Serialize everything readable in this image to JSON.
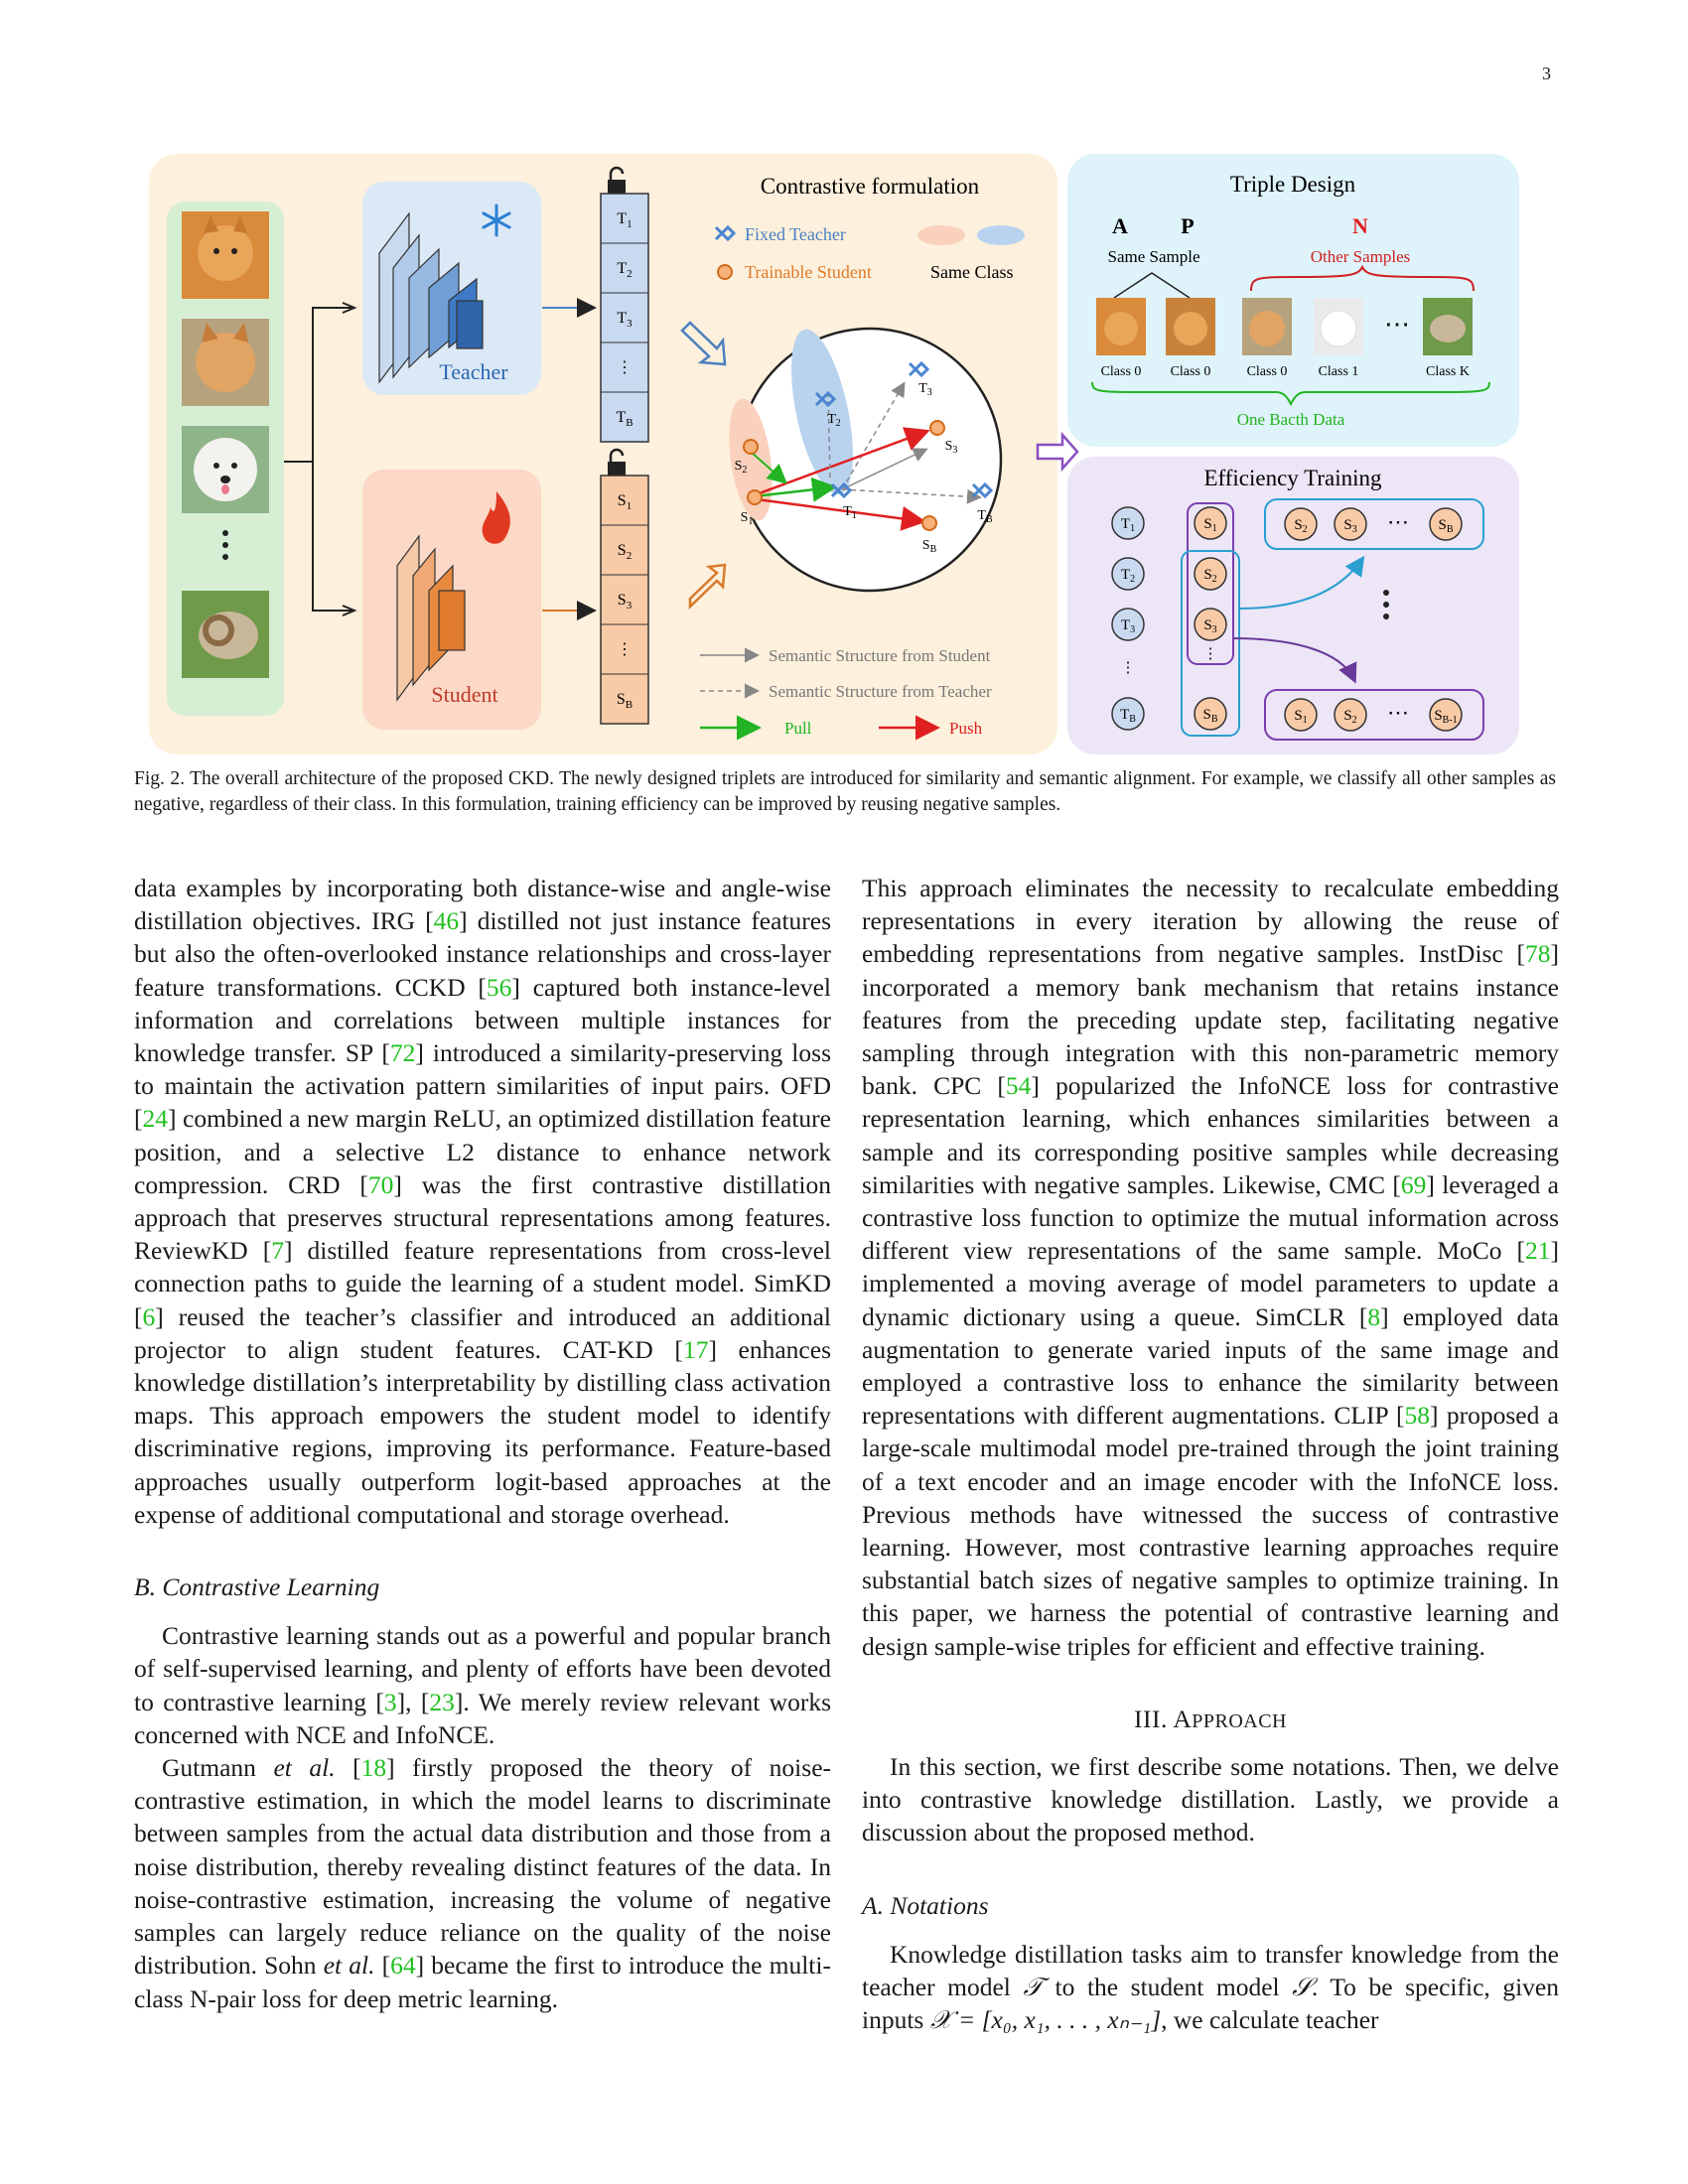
{
  "page_number": "3",
  "figure": {
    "teacher_label": "Teacher",
    "student_label": "Student",
    "contrastive_title": "Contrastive formulation",
    "legend_fixed_teacher": "Fixed Teacher",
    "legend_trainable_student": "Trainable Student",
    "legend_same_class": "Same Class",
    "legend_sem_student": "Semantic Structure from Student",
    "legend_sem_teacher": "Semantic Structure from Teacher",
    "legend_pull": "Pull",
    "legend_push": "Push",
    "triple_title": "Triple Design",
    "triple_a": "A",
    "triple_p": "P",
    "triple_n": "N",
    "same_sample": "Same Sample",
    "other_samples": "Other Samples",
    "class_labels": [
      "Class 0",
      "Class 0",
      "Class 0",
      "Class 1",
      "Class K"
    ],
    "one_batch": "One Bacth Data",
    "efficiency_title": "Efficiency Training",
    "colors": {
      "teacher": "#6fa0d6",
      "student": "#e8935a",
      "pull": "#22b422",
      "push": "#e02020",
      "input_bg": "#d6efd4",
      "left_bg": "#fdf0dc",
      "triple_bg": "#dff3fb",
      "eff_bg": "#ece6f7"
    }
  },
  "caption": "Fig. 2.  The overall architecture of the proposed CKD. The newly designed triplets are introduced for similarity and semantic alignment. For example, we classify all other samples as negative, regardless of their class. In this formulation, training efficiency can be improved by reusing negative samples.",
  "left": {
    "p1_a": "data examples by incorporating both distance-wise and angle-wise distillation objectives. IRG [",
    "c46": "46",
    "p1_b": "] distilled not just instance features but also the often-overlooked instance relationships and cross-layer feature transformations. CCKD [",
    "c56": "56",
    "p1_c": "] captured both instance-level information and correlations between multiple instances for knowledge transfer. SP [",
    "c72": "72",
    "p1_d": "] introduced a similarity-preserving loss to maintain the activation pattern similarities of input pairs. OFD [",
    "c24": "24",
    "p1_e": "] combined a new margin ReLU, an optimized distillation feature position, and a selective L2 distance to enhance network compression. CRD [",
    "c70": "70",
    "p1_f": "] was the first contrastive distillation approach that preserves structural representations among features. ReviewKD [",
    "c7": "7",
    "p1_g": "] distilled feature representations from cross-level connection paths to guide the learning of a student model. SimKD [",
    "c6": "6",
    "p1_h": "] reused the teacher’s classifier and introduced an additional projector to align student features. CAT-KD [",
    "c17": "17",
    "p1_i": "] enhances knowledge distillation’s interpretability by distilling class activation maps. This approach empowers the student model to identify discriminative regions, improving its performance. Feature-based approaches usually outperform logit-based approaches at the expense of additional computational and storage overhead.",
    "sub_b": "B.  Contrastive Learning",
    "p2_a": "Contrastive learning stands out as a powerful and popular branch of self-supervised learning, and plenty of efforts have been devoted to contrastive learning [",
    "c3": "3",
    "p2_b": "], [",
    "c23": "23",
    "p2_c": "]. We merely review relevant works concerned with NCE and InfoNCE.",
    "p3_a": "Gutmann ",
    "etal1": "et al.",
    "p3_b": " [",
    "c18": "18",
    "p3_c": "] firstly proposed the theory of noise-contrastive estimation, in which the model learns to discriminate between samples from the actual data distribution and those from a noise distribution, thereby revealing distinct features of the data. In noise-contrastive estimation, increasing the volume of negative samples can largely reduce reliance on the quality of the noise distribution. Sohn ",
    "etal2": "et al.",
    "p3_d": " [",
    "c64": "64",
    "p3_e": "] became the first to introduce the multi-class N-pair loss for deep metric learning."
  },
  "right": {
    "p1_a": "This approach eliminates the necessity to recalculate embedding representations in every iteration by allowing the reuse of embedding representations from negative samples. InstDisc [",
    "c78": "78",
    "p1_b": "] incorporated a memory bank mechanism that retains instance features from the preceding update step, facilitating negative sampling through integration with this non-parametric memory bank. CPC [",
    "c54": "54",
    "p1_c": "] popularized the InfoNCE loss for contrastive representation learning, which enhances similarities between a sample and its corresponding positive samples while decreasing similarities with negative samples. Likewise, CMC [",
    "c69": "69",
    "p1_d": "] leveraged a contrastive loss function to optimize the mutual information across different view representations of the same sample. MoCo [",
    "c21": "21",
    "p1_e": "] implemented a moving average of model parameters to update a dynamic dictionary using a queue. SimCLR [",
    "c8": "8",
    "p1_f": "] employed data augmentation to generate varied inputs of the same image and employed a contrastive loss to enhance the similarity between representations with different augmentations. CLIP [",
    "c58": "58",
    "p1_g": "] proposed a large-scale multimodal model pre-trained through the joint training of a text encoder and an image encoder with the InfoNCE loss. Previous methods have witnessed the success of contrastive learning. However, most contrastive learning approaches require substantial batch sizes of negative samples to optimize training. In this paper, we harness the potential of contrastive learning and design sample-wise triples for efficient and effective training.",
    "sec_num": "III. A",
    "sec_rest": "PPROACH",
    "p2": "In this section, we first describe some notations. Then, we delve into contrastive knowledge distillation. Lastly, we provide a discussion about the proposed method.",
    "sub_a": "A.  Notations",
    "p3_a": "Knowledge distillation tasks aim to transfer knowledge from the teacher model ",
    "m_T": "𝒯",
    "p3_b": " to the student model ",
    "m_S": "𝒮",
    "p3_c": ". To be specific, given inputs ",
    "m_X": "𝒳 = [x₀, x₁, . . . , xₙ₋₁]",
    "p3_d": ", we calculate teacher"
  }
}
